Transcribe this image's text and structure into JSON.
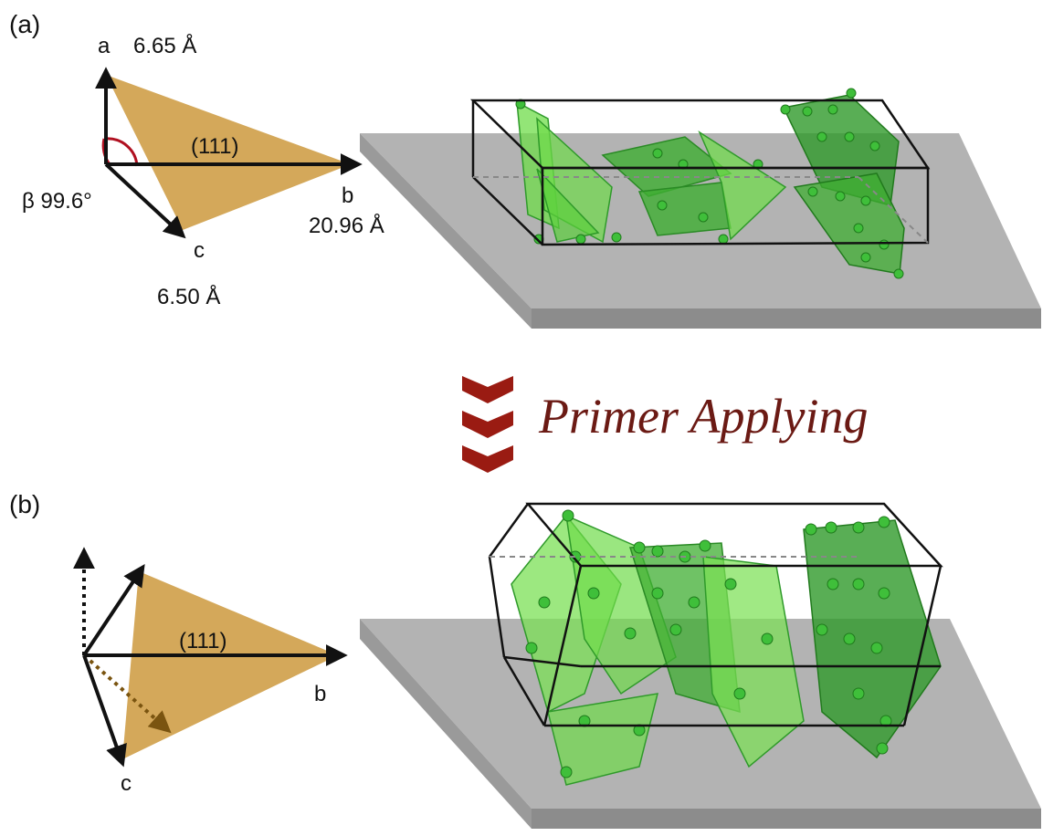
{
  "panel_a": {
    "label": "(a)",
    "plane_label": "(111)",
    "axis_a_label": "a",
    "axis_a_length": "6.65 Å",
    "axis_b_label": "b",
    "axis_b_length": "20.96 Å",
    "axis_c_label": "c",
    "axis_c_length": "6.50 Å",
    "beta_angle": "β 99.6°"
  },
  "transition": {
    "caption": "Primer Applying"
  },
  "panel_b": {
    "label": "(b)",
    "plane_label": "(111)",
    "axis_b_label": "b",
    "axis_c_label": "c"
  },
  "colors": {
    "plane_fill": "#d4a85a",
    "substrate_top": "#b3b3b3",
    "substrate_side": "#8f8f8f",
    "crystal_light": "#6fdc4a",
    "crystal_dark": "#2f9a2a",
    "chevron": "#9a1b12",
    "caption": "#6b1a14",
    "angle_arc": "#b01020"
  }
}
